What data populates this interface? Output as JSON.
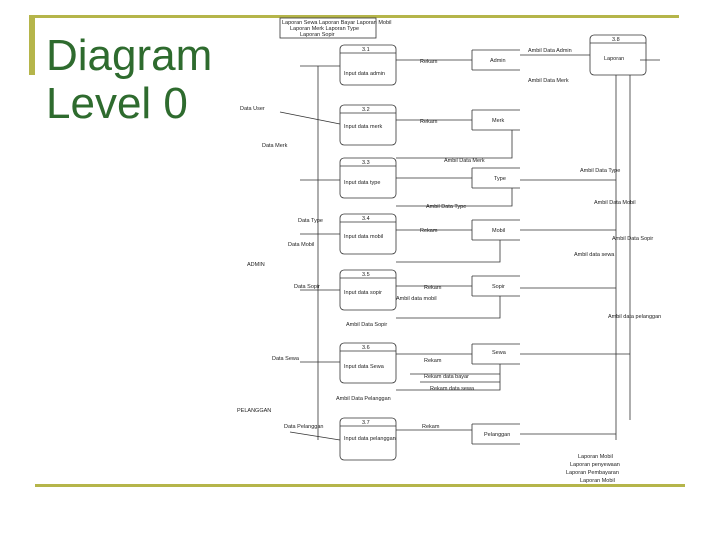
{
  "slide": {
    "title": "Diagram Level 0",
    "accent_color": "#b5b54a",
    "title_color": "#2e6b2e"
  },
  "diagram": {
    "top_labels": [
      "Laporan Sewa Laporan Bayar Laporan Mobil",
      "Laporan Merk Laporan Type",
      "Laporan Sopir"
    ],
    "external_entities": [
      "ADMIN",
      "PELANGGAN"
    ],
    "processes": [
      {
        "id": "3.1",
        "name": "Input data admin"
      },
      {
        "id": "3.2",
        "name": "Input data merk"
      },
      {
        "id": "3.3",
        "name": "Input data type"
      },
      {
        "id": "3.4",
        "name": "Input data mobil"
      },
      {
        "id": "3.5",
        "name": "Input data sopir"
      },
      {
        "id": "3.6",
        "name": "Input data Sewa"
      },
      {
        "id": "3.7",
        "name": "Input data pelanggan"
      },
      {
        "id": "3.8",
        "name": "Laporan"
      }
    ],
    "data_stores": [
      "Admin",
      "Merk",
      "Type",
      "Mobil",
      "Sopir",
      "Sewa",
      "Pelanggan"
    ],
    "flows": [
      "Rekam",
      "Ambil Data Admin",
      "Ambil Data Merk",
      "Data Merk",
      "Data User",
      "Ambil Data Merk",
      "Ambil Data Type",
      "Rekam",
      "Ambil Data Type",
      "Ambil Data Mobil",
      "Data Type",
      "Rekam",
      "Ambil Data Sopir",
      "Data Mobil",
      "Ambil data sewa",
      "Data Sopir",
      "Rekam",
      "Ambil data mobil",
      "Ambil Data Sopir",
      "Ambil data pelanggan",
      "Data Sewa",
      "Rekam",
      "Rekam data bayar",
      "Rekam data sewa",
      "Ambil Data Pelanggan",
      "Data Pelanggan",
      "Rekam"
    ],
    "report_labels": [
      "Laporan Mobil",
      "Laporan penyewaan",
      "Laporan Pembayaran",
      "Laporan Mobil"
    ]
  }
}
